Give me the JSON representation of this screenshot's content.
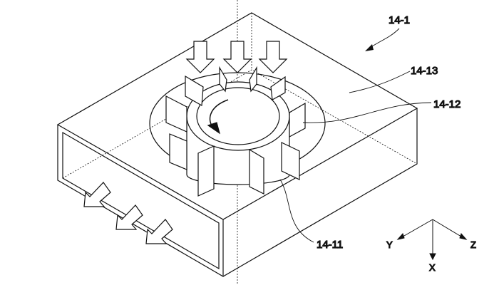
{
  "labels": {
    "device": "14-1",
    "top_plate": "14-13",
    "blades": "14-12",
    "hub": "14-11"
  },
  "axes": {
    "x": "X",
    "y": "Y",
    "z": "Z"
  }
}
